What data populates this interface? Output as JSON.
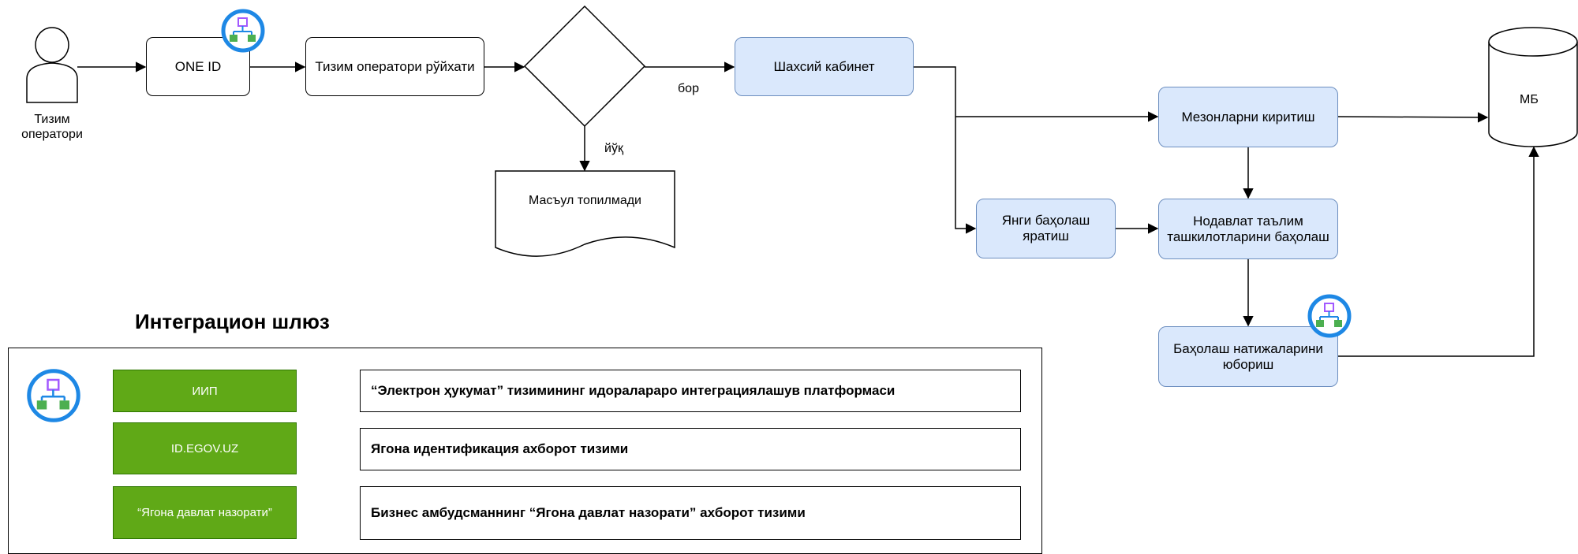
{
  "actor": {
    "label": "Тизим\nоператори"
  },
  "flow": {
    "one_id": "ONE ID",
    "operator_list": "Тизим оператори рўйхати",
    "decision_yes": "бор",
    "decision_no": "йўқ",
    "not_found": "Масъул топилмади",
    "cabinet": "Шахсий кабинет",
    "criteria": "Мезонларни киритиш",
    "new_assessment": "Янги баҳолаш\nяратиш",
    "nonstate_assessment": "Нодавлат таълим\nташкилотларини баҳолаш",
    "send_results": "Баҳолаш натижаларини\nюбориш",
    "db": "МБ"
  },
  "gateway": {
    "title": "Интеграцион шлюз",
    "rows": [
      {
        "code": "ИИП",
        "description": "“Электрон ҳукумат” тизимининг идоралараро интеграциялашув платформаси"
      },
      {
        "code": "ID.EGOV.UZ",
        "description": "Ягона идентификация ахборот тизими"
      },
      {
        "code": "“Ягона давлат назорати”",
        "description": "Бизнес амбудсманнинг “Ягона давлат назорати” ахборот тизими"
      }
    ]
  },
  "colors": {
    "process_fill": "#dae8fc",
    "process_stroke": "#6c8ebf",
    "system_fill": "#60a917",
    "system_stroke": "#2d7600",
    "api_icon_ring": "#1e88e5"
  },
  "icons": [
    "person-icon",
    "api-integration-icon",
    "database-cylinder",
    "document-shape",
    "decision-diamond"
  ]
}
